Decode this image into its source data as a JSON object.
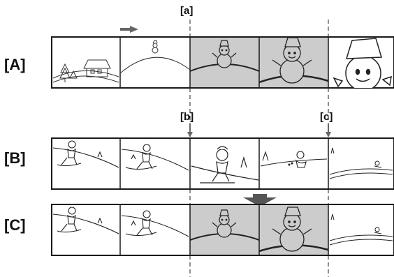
{
  "rows": [
    {
      "label": "[A]"
    },
    {
      "label": "[B]"
    },
    {
      "label": "[C]"
    }
  ],
  "markers": {
    "a": "[a]",
    "b": "[b]",
    "c": "[c]"
  },
  "colors": {
    "frame_border": "#1a1a1a",
    "highlight_fill": "#cccccc",
    "arrow": "#666666",
    "guide_line": "#222222"
  }
}
